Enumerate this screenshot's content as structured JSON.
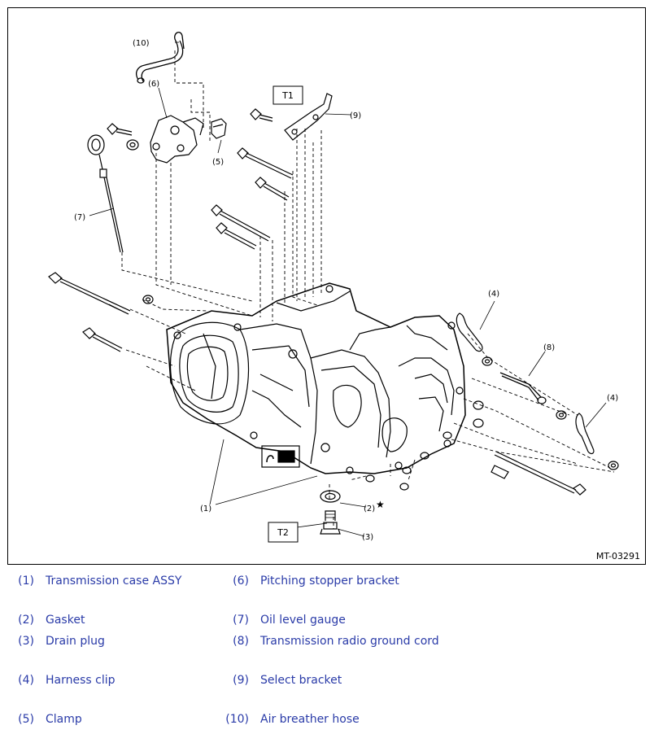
{
  "figure": {
    "code": "MT-03291",
    "callouts": {
      "c1": "(1)",
      "c2": "(2)",
      "c3": "(3)",
      "c4a": "(4)",
      "c4b": "(4)",
      "c5": "(5)",
      "c6": "(6)",
      "c7": "(7)",
      "c8": "(8)",
      "c9": "(9)",
      "c10": "(10)"
    },
    "star": "★",
    "torque_boxes": {
      "t1": "T1",
      "t2": "T2"
    }
  },
  "legend": [
    {
      "num": "(1)",
      "label": "Transmission case ASSY"
    },
    {
      "num": "(2)",
      "label": "Gasket"
    },
    {
      "num": "(3)",
      "label": "Drain plug"
    },
    {
      "num": "(4)",
      "label": "Harness clip"
    },
    {
      "num": "(5)",
      "label": "Clamp"
    },
    {
      "num": "(6)",
      "label": "Pitching stopper bracket"
    },
    {
      "num": "(7)",
      "label": "Oil level gauge"
    },
    {
      "num": "(8)",
      "label": "Transmission radio ground cord"
    },
    {
      "num": "(9)",
      "label": "Select bracket"
    },
    {
      "num": "(10)",
      "label": "Air breather hose"
    }
  ]
}
